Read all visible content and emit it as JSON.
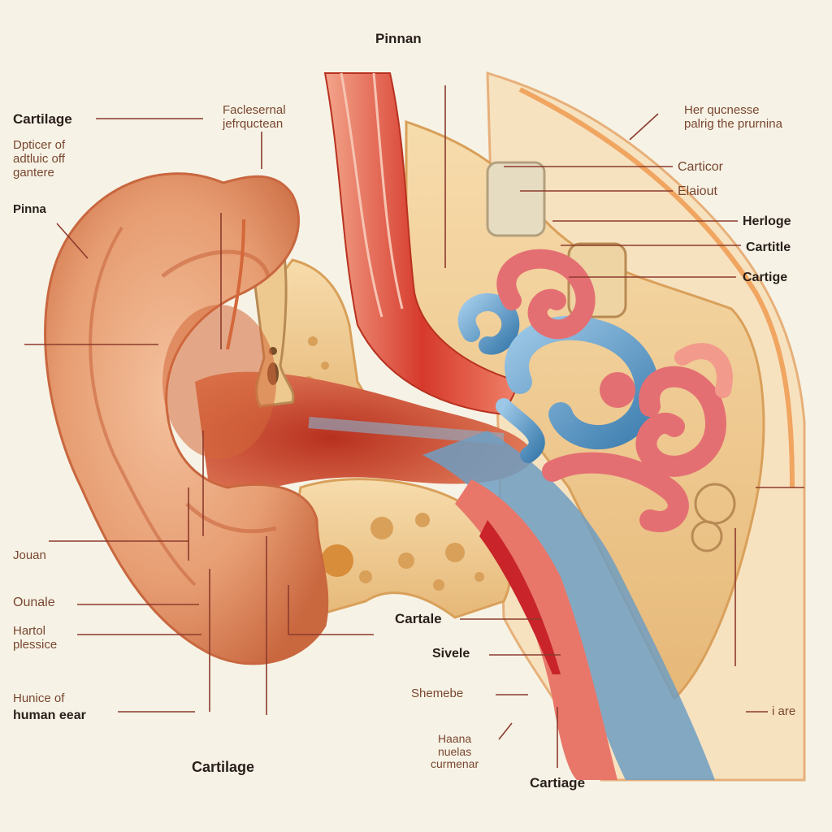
{
  "labels": {
    "top_center": "Pinnan",
    "cartilage_top_left": "Cartilage",
    "description_left": [
      "Dpticer of",
      "adtluic off",
      "gantere"
    ],
    "pinna_left": "Pinna",
    "facial_canal": [
      "Faclesernal",
      "jefrquctean"
    ],
    "right_top_note": [
      "Her qucnesse",
      "palrig the prurnina"
    ],
    "carticor": "Carticor",
    "elaiout": "Elaiout",
    "herloge": "Herloge",
    "cartitle": "Cartitle",
    "cartige": "Cartige",
    "jouan": "Jouan",
    "ounale": "Ounale",
    "hartol_plessice": [
      "Hartol",
      "plessice"
    ],
    "hunice_of": "Hunice of",
    "human_ear": "human eear",
    "cartilage_bottom_left": "Cartilage",
    "cartale": "Cartale",
    "sivele": "Sivele",
    "shemebe": "Shemebe",
    "haana_note": [
      "Haana",
      "nuelas",
      "curmenar"
    ],
    "cartiage_bottom": "Cartiage",
    "i_are": "i are"
  },
  "colors": {
    "background": "#f6f3e6",
    "skin": "#e79d72",
    "skin_dark": "#c9673f",
    "canal": "#c8432f",
    "bone": "#eec98f",
    "bone_pore": "#d9a05a",
    "muscle": "#d94a3a",
    "semicircular_blue": "#5d9cc8",
    "cochlea_pink": "#e46f73",
    "leader_line": "#8c3b2d"
  }
}
